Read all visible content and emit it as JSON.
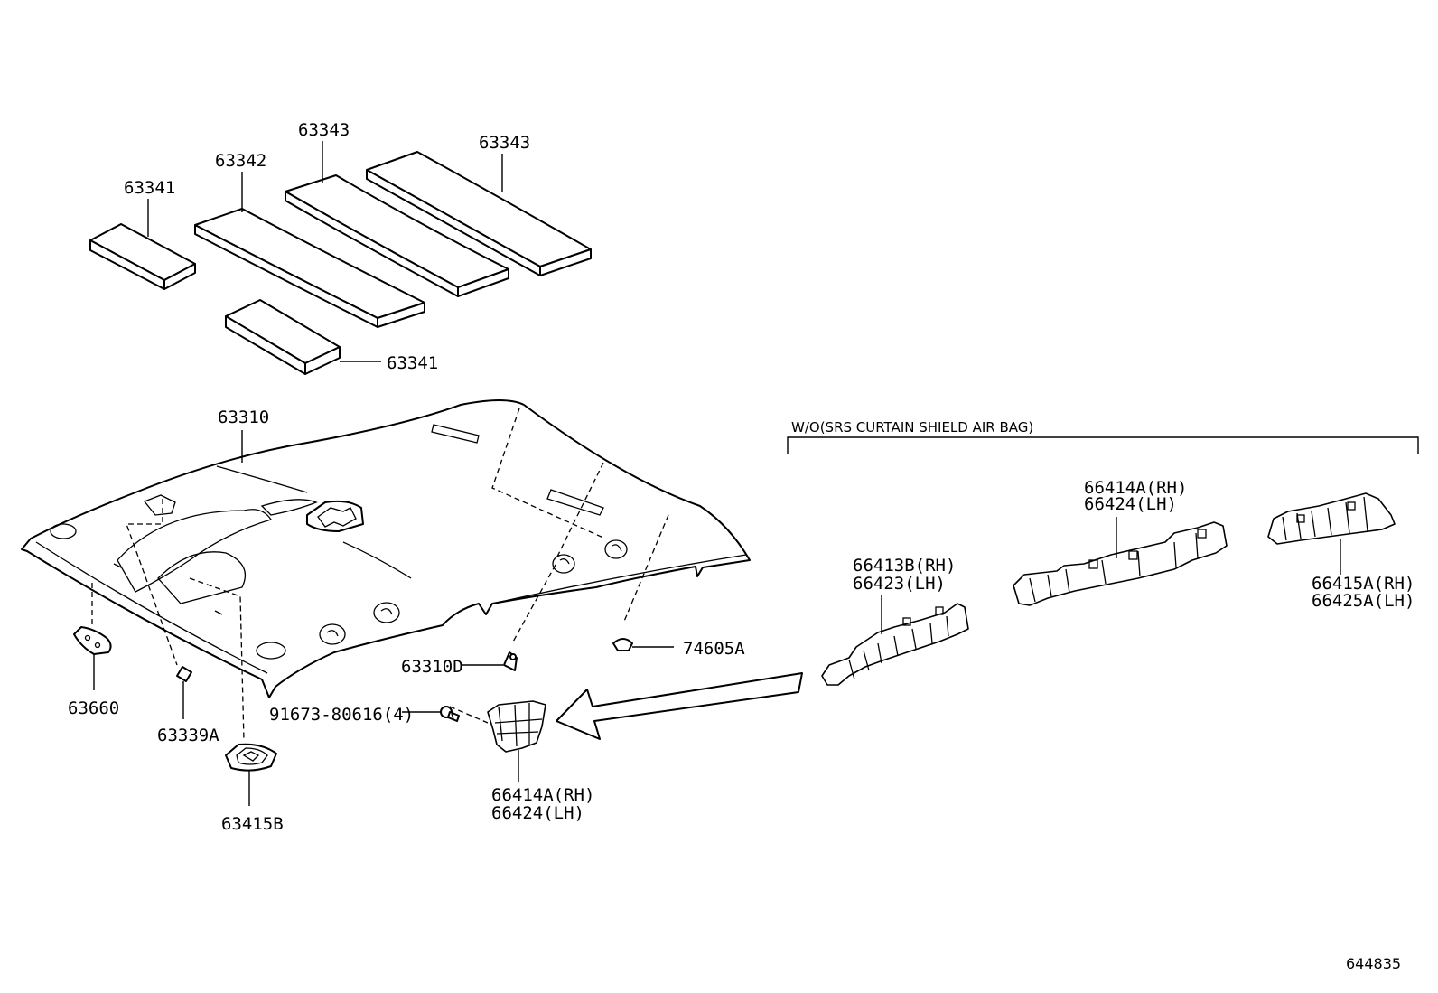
{
  "labels": {
    "insulator_63341_top": "63341",
    "insulator_63342": "63342",
    "insulator_63343_left": "63343",
    "insulator_63343_right": "63343",
    "insulator_63341_bottom": "63341",
    "headliner_63310": "63310",
    "clip_63310D": "63310D",
    "hook_74605A": "74605A",
    "cover_63660": "63660",
    "clip_63339A": "63339A",
    "lamp_63415B": "63415B",
    "screw_91673": "91673-80616(4)",
    "bracket_main_rh": "66414A(RH)",
    "bracket_main_lh": "66424(LH)",
    "inset_66413B_rh": "66413B(RH)",
    "inset_66423_lh": "66423(LH)",
    "inset_66414A_rh": "66414A(RH)",
    "inset_66424_lh": "66424(LH)",
    "inset_66415A_rh": "66415A(RH)",
    "inset_66425A_lh": "66425A(LH)"
  },
  "inset_note": "W/O(SRS CURTAIN SHIELD AIR BAG)",
  "diagram_ref": "644835"
}
